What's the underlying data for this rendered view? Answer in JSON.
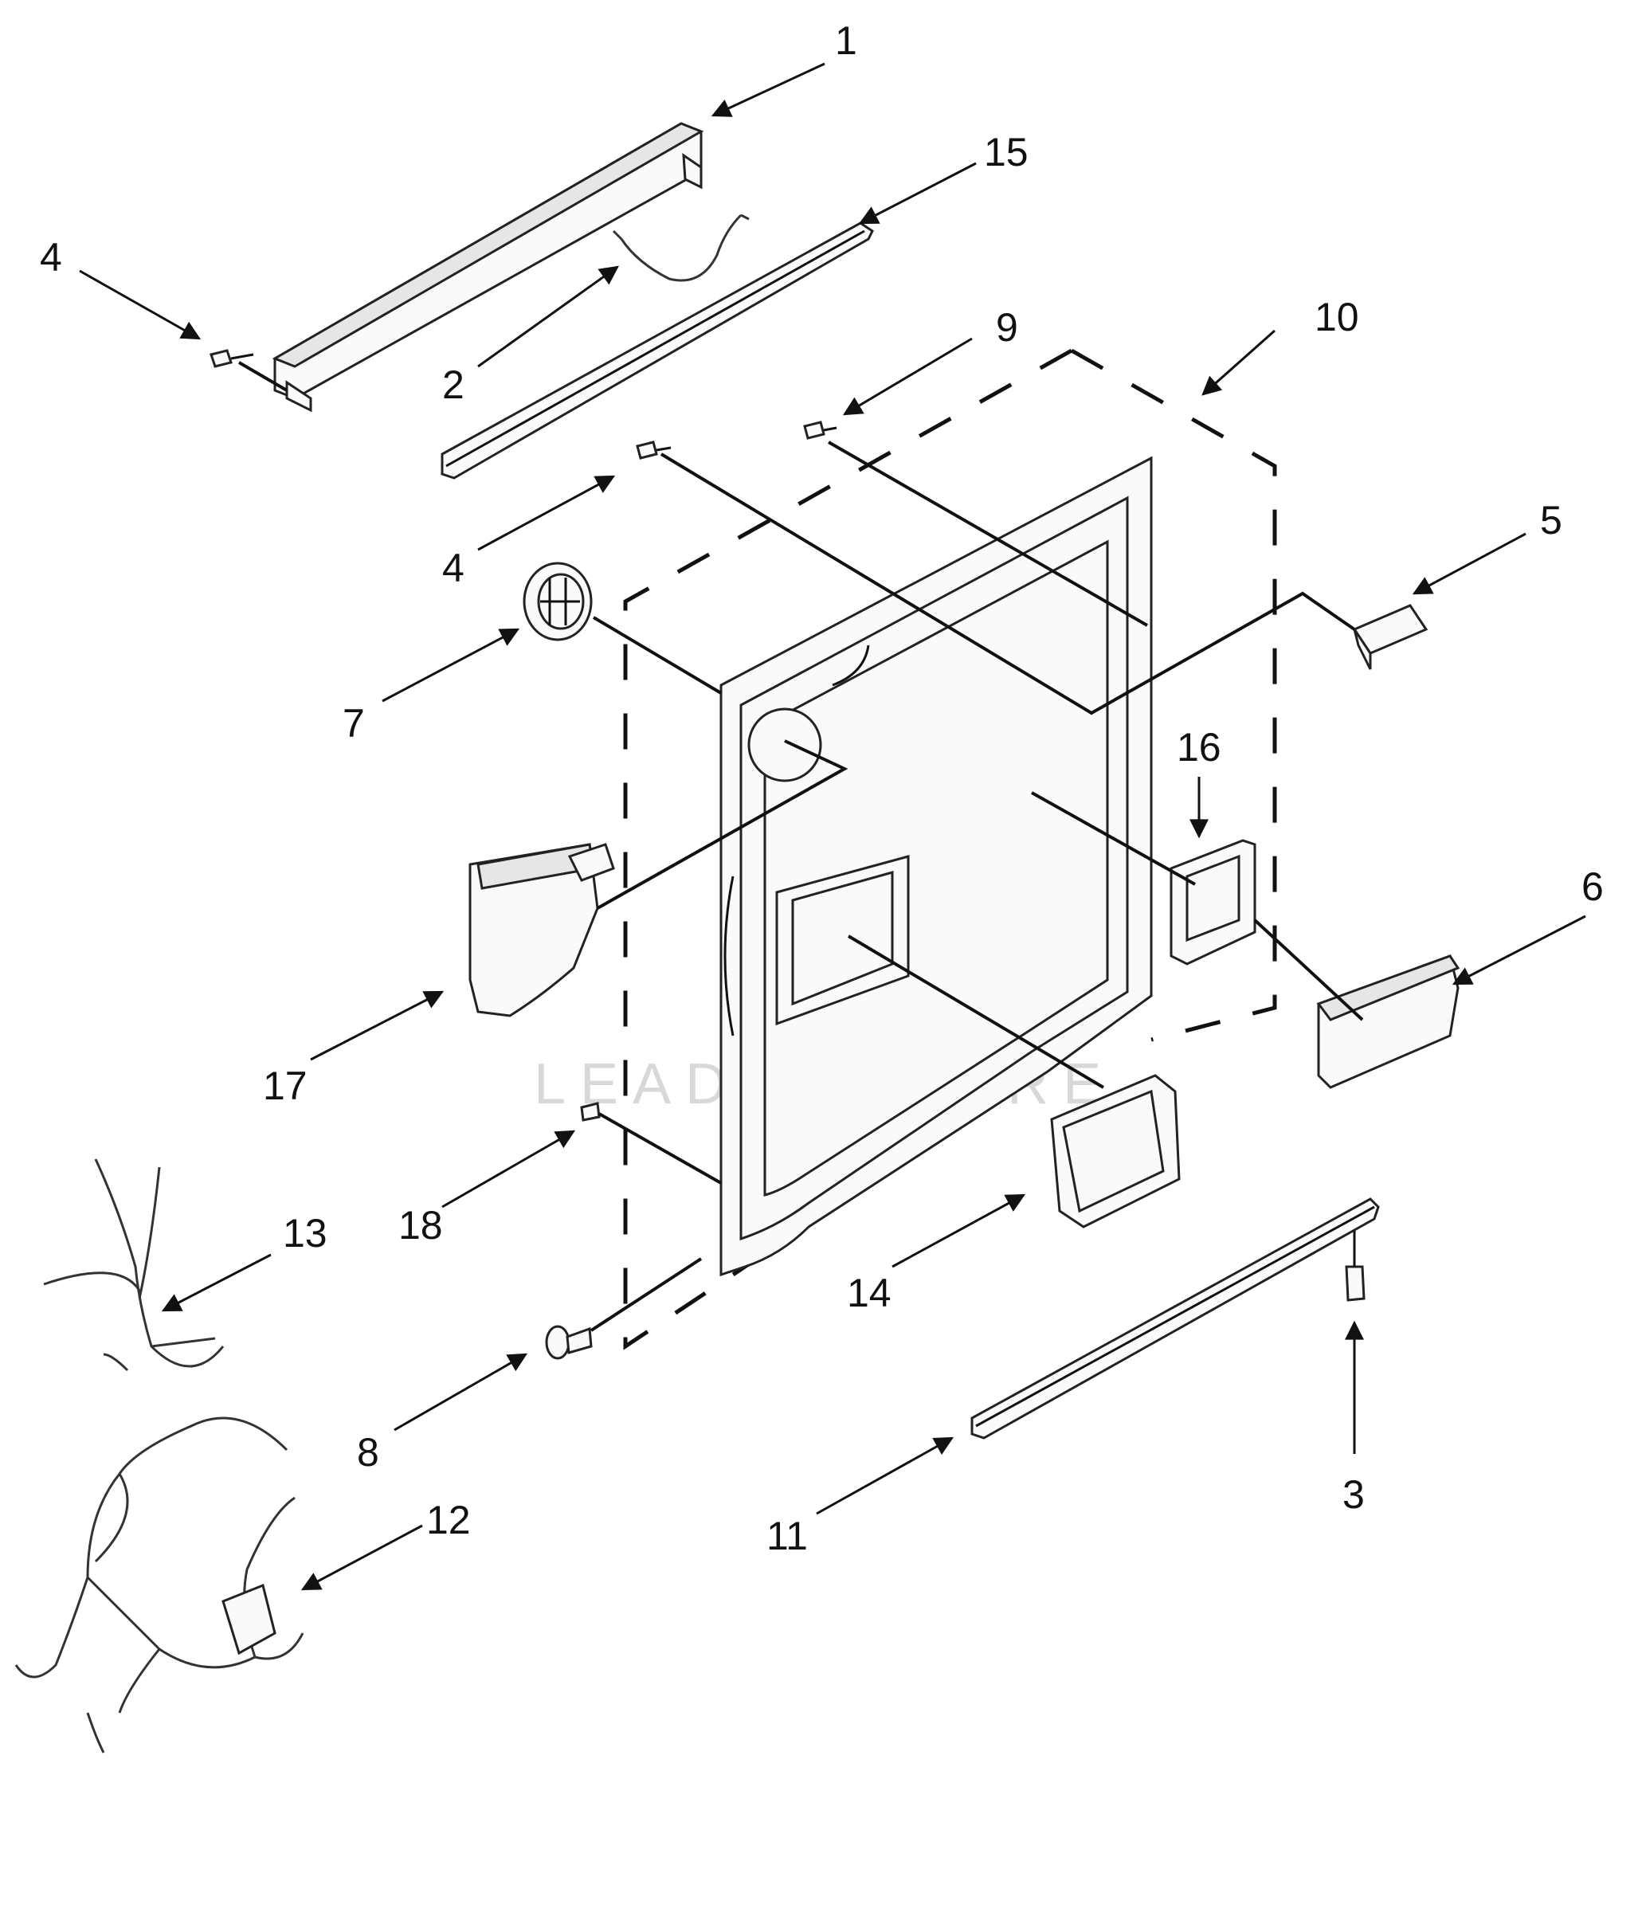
{
  "diagram": {
    "watermark": "LEADVENTURE",
    "callouts": [
      "1",
      "2",
      "3",
      "4",
      "4",
      "5",
      "6",
      "7",
      "8",
      "9",
      "10",
      "11",
      "12",
      "13",
      "14",
      "15",
      "16",
      "17",
      "18"
    ]
  }
}
